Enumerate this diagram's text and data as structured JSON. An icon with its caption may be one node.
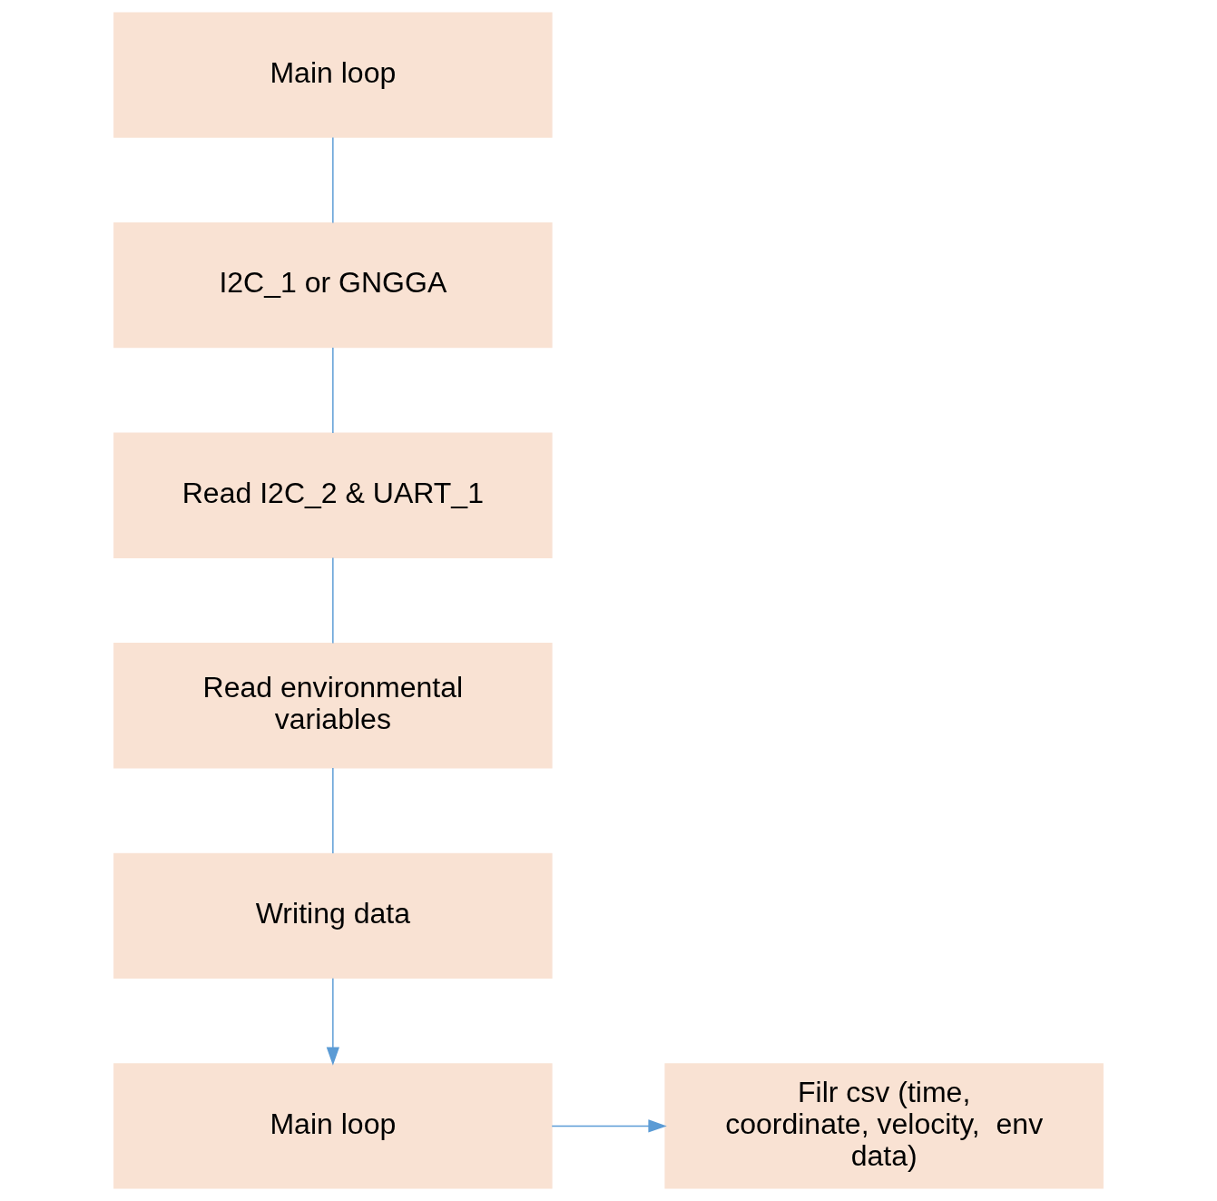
{
  "diagram": {
    "nodes": [
      {
        "text": [
          "Main loop"
        ]
      },
      {
        "text": [
          "I2C_1 or GNGGA"
        ]
      },
      {
        "text": [
          "Read I2C_2 & UART_1"
        ]
      },
      {
        "text": [
          "Read environmental variables"
        ]
      },
      {
        "text": [
          "Writing data"
        ]
      },
      {
        "text": [
          "Main loop"
        ]
      },
      {
        "text": [
          "Filr csv (time, coordinate, velocity,  env data)"
        ]
      }
    ],
    "edges": [
      {
        "from": 0,
        "to": 1,
        "arrow": "none"
      },
      {
        "from": 1,
        "to": 2,
        "arrow": "none"
      },
      {
        "from": 2,
        "to": 3,
        "arrow": "none"
      },
      {
        "from": 3,
        "to": 4,
        "arrow": "none"
      },
      {
        "from": 4,
        "to": 5,
        "arrow": "to"
      },
      {
        "from": 5,
        "to": 6,
        "arrow": "to"
      }
    ]
  }
}
